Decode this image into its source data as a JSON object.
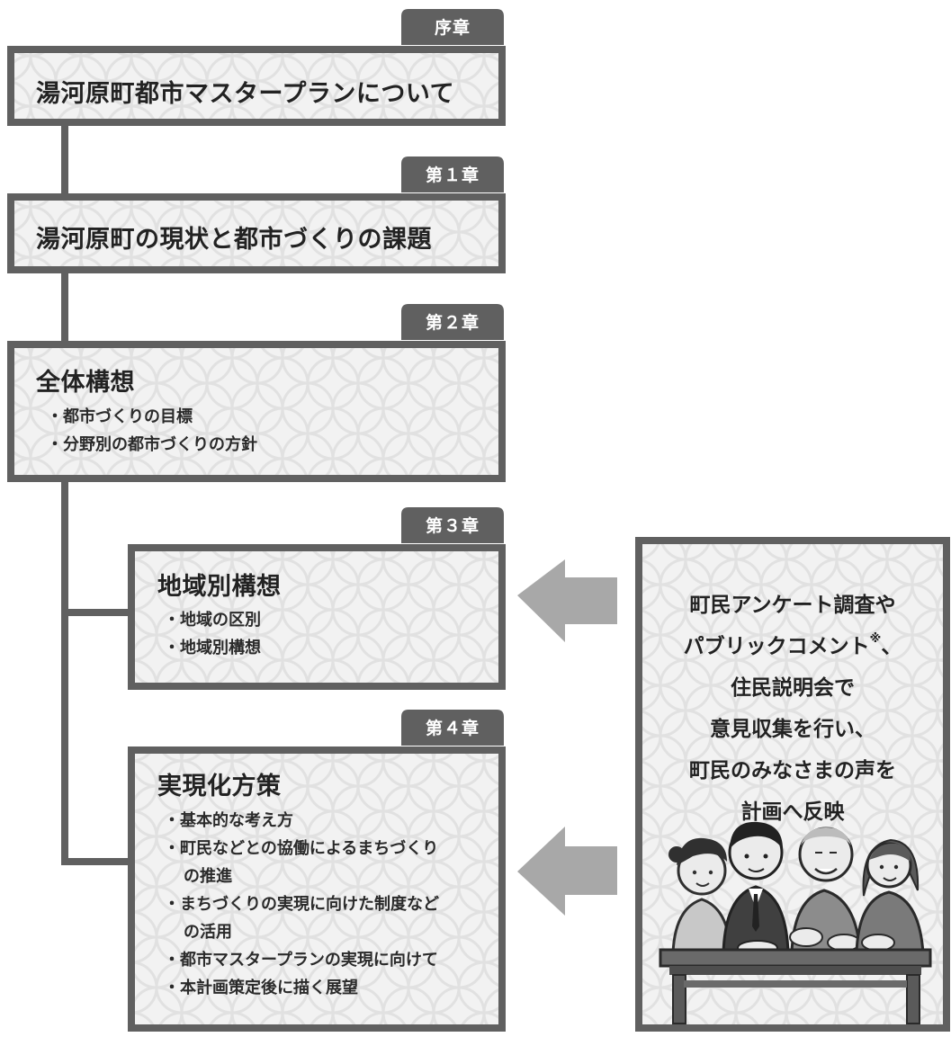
{
  "chapters": [
    {
      "tab": "序章",
      "title": "湯河原町都市マスタープランについて",
      "items": []
    },
    {
      "tab": "第１章",
      "title": "湯河原町の現状と都市づくりの課題",
      "items": []
    },
    {
      "tab": "第２章",
      "title": "全体構想",
      "items": [
        "・都市づくりの目標",
        "・分野別の都市づくりの方針"
      ]
    },
    {
      "tab": "第３章",
      "title": "地域別構想",
      "items": [
        "・地域の区別",
        "・地域別構想"
      ]
    },
    {
      "tab": "第４章",
      "title": "実現化方策",
      "items": [
        "・基本的な考え方",
        "・町民などとの協働によるまちづくり",
        "の推進",
        "・まちづくりの実現に向けた制度など",
        "の活用",
        "・都市マスタープランの実現に向けて",
        "・本計画策定後に描く展望"
      ]
    }
  ],
  "side_note": {
    "lines": [
      "町民アンケート調査や",
      "パブリックコメント",
      "住民説明会で",
      "意見収集を行い、",
      "町民のみなさまの声を",
      "計画へ反映"
    ],
    "footnote_mark": "※",
    "after_mark": "、"
  },
  "illustration": {
    "icon": "residents-meeting-illustration",
    "people_count": 4
  },
  "colors": {
    "frame": "#606060",
    "arrow": "#a8a8a8",
    "pattern_bg": "#f2f2f2",
    "pattern_line": "#e0e0e0"
  }
}
